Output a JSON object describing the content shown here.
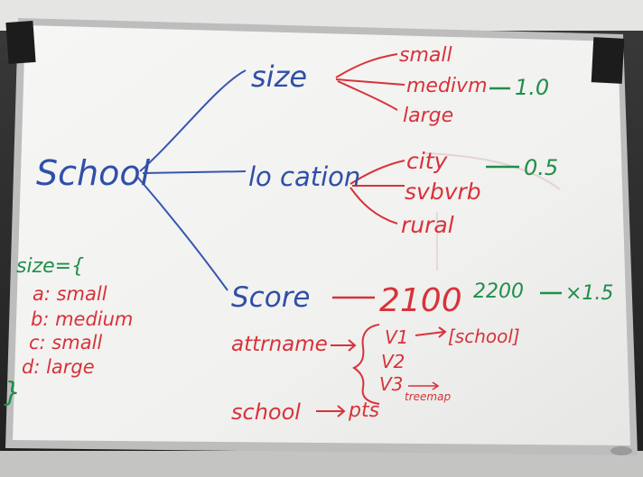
{
  "whiteboard": {
    "root": "School",
    "attributes": [
      {
        "label": "size",
        "values": [
          "small",
          "medivm"
        ],
        "weight_value": "medivm",
        "weight": "1.0",
        "last": "large"
      },
      {
        "label": "lo cation",
        "values": [
          "city",
          "svbvrb",
          "rural"
        ],
        "weight": "0.5"
      },
      {
        "label": "Score",
        "value": "2100",
        "extra": "2200",
        "multiplier": "×1.5"
      }
    ],
    "size_set": {
      "header": "size={",
      "entries": [
        "a: small",
        "b: medium",
        "c: small",
        "d: large"
      ],
      "close": "}"
    },
    "attr_name": "attrname",
    "versions": [
      "V1",
      "V2",
      "V3"
    ],
    "school_bracket": "[school]",
    "tree_label": "treemap",
    "school_pts": "school",
    "pts": "pts"
  },
  "colors": {
    "board": "#f4f4f2",
    "frame": "#c9c9c9",
    "wall": "#2a2a2a",
    "blue_marker": "#2f4fa8",
    "red_marker": "#d8323a",
    "green_marker": "#1f8f4a"
  }
}
